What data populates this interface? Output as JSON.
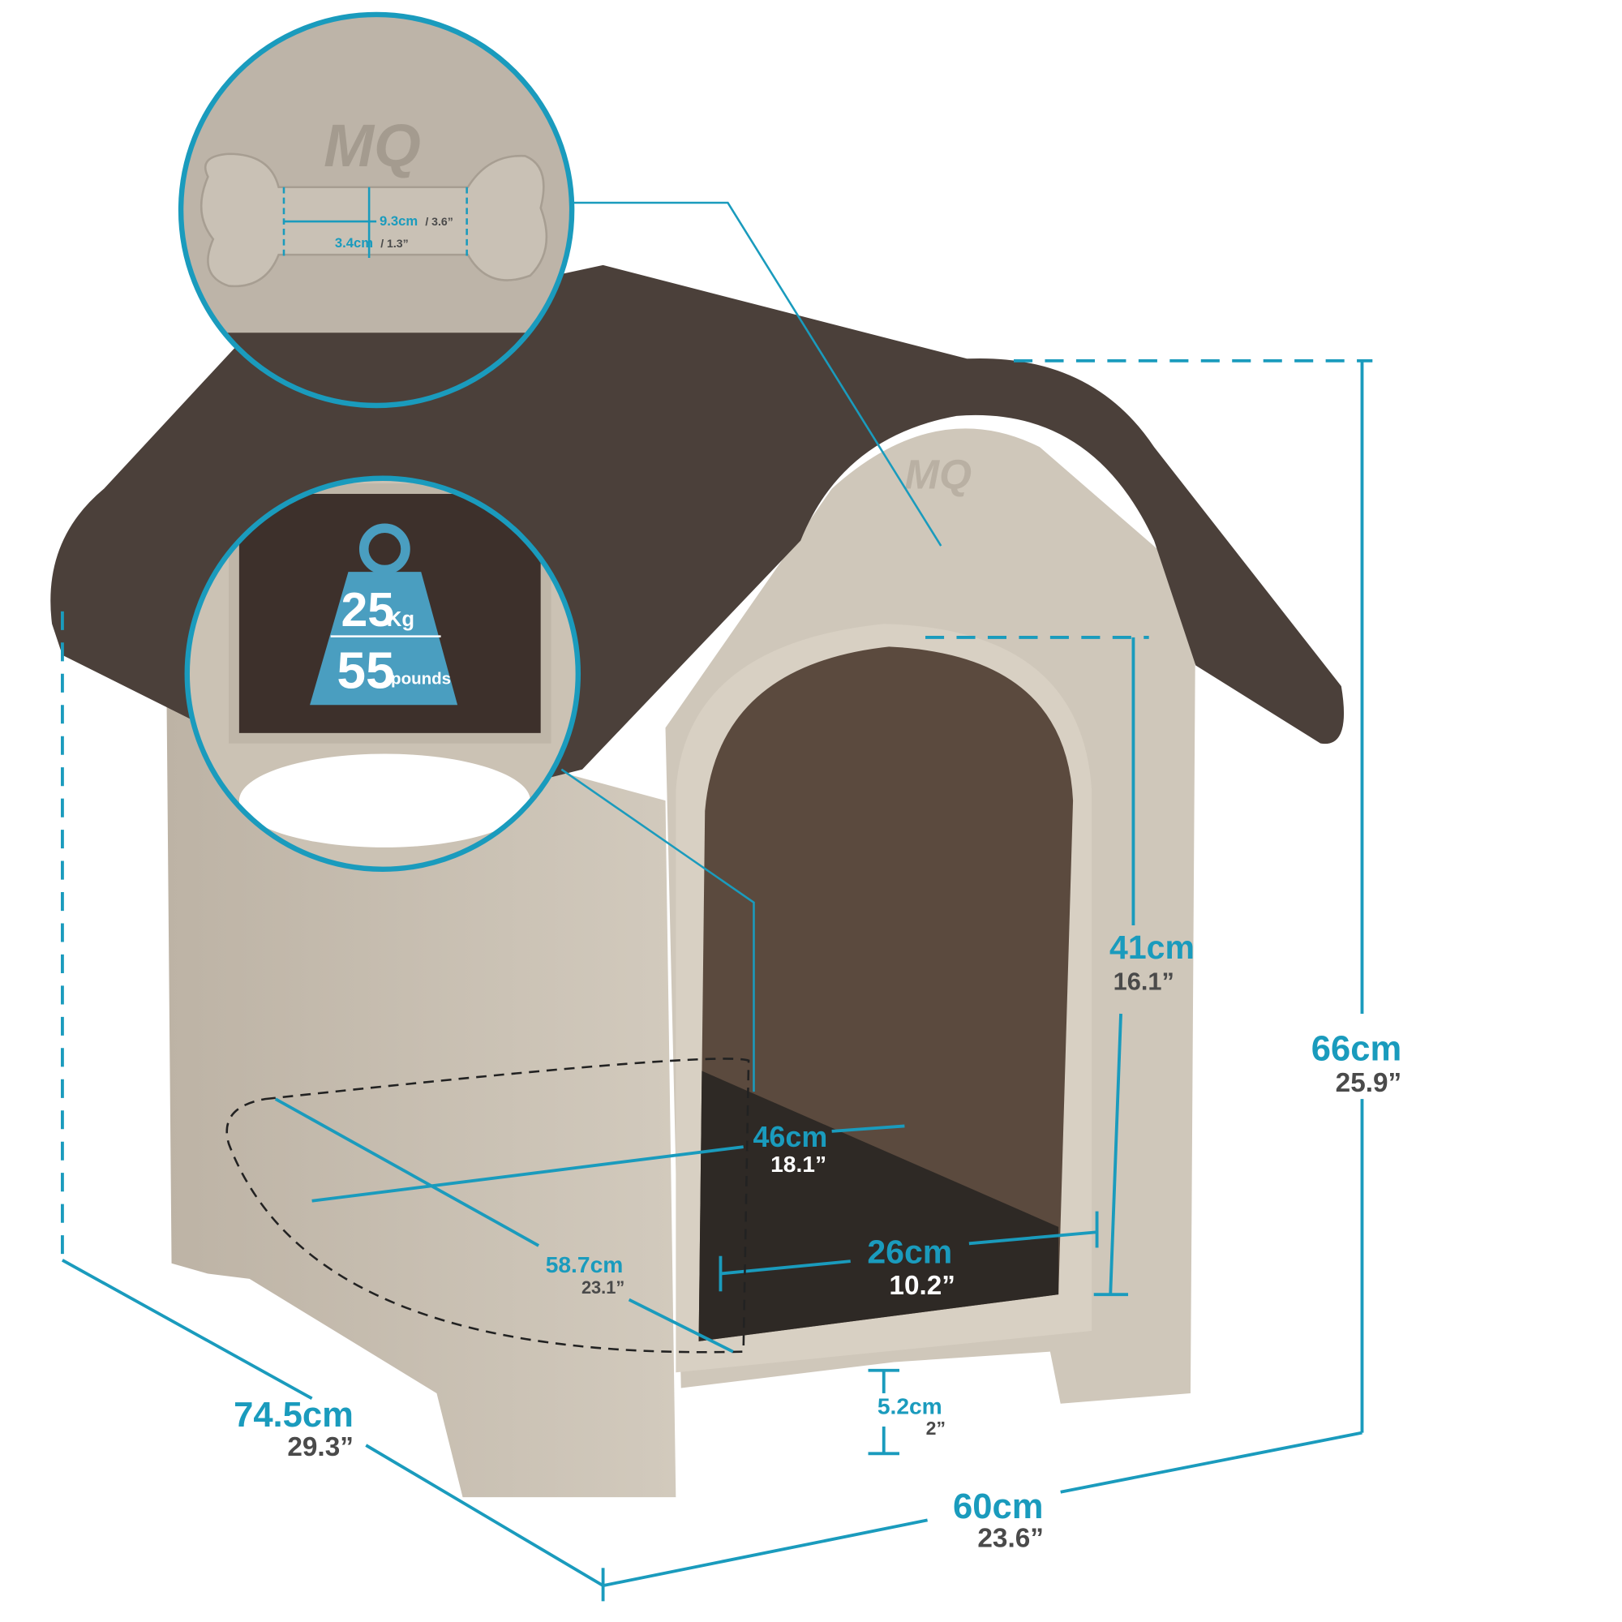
{
  "colors": {
    "accent": "#1a9bbd",
    "secondary_text": "#4a4a4a",
    "body": "#cbc2b4",
    "roof": "#4b403a",
    "interior": "#3a302b"
  },
  "brand_logo": "MQ",
  "dimensions": {
    "overall_height": {
      "cm": "66cm",
      "in": "25.9”"
    },
    "overall_width": {
      "cm": "60cm",
      "in": "23.6”"
    },
    "overall_depth": {
      "cm": "74.5cm",
      "in": "29.3”"
    },
    "door_height": {
      "cm": "41cm",
      "in": "16.1”"
    },
    "door_width": {
      "cm": "26cm",
      "in": "10.2”"
    },
    "floor_depth": {
      "cm": "46cm",
      "in": "18.1”"
    },
    "floor_diagonal": {
      "cm": "58.7cm",
      "in": "23.1”"
    },
    "floor_clearance": {
      "cm": "5.2cm",
      "in": "2”"
    }
  },
  "nameplate_inset": {
    "width": {
      "cm": "9.3cm",
      "in": "/ 3.6”"
    },
    "height": {
      "cm": "3.4cm",
      "in": "/ 1.3”"
    }
  },
  "weight_inset": {
    "kg_value": "25",
    "kg_unit": "Kg",
    "lb_value": "55",
    "lb_unit": "pounds"
  }
}
